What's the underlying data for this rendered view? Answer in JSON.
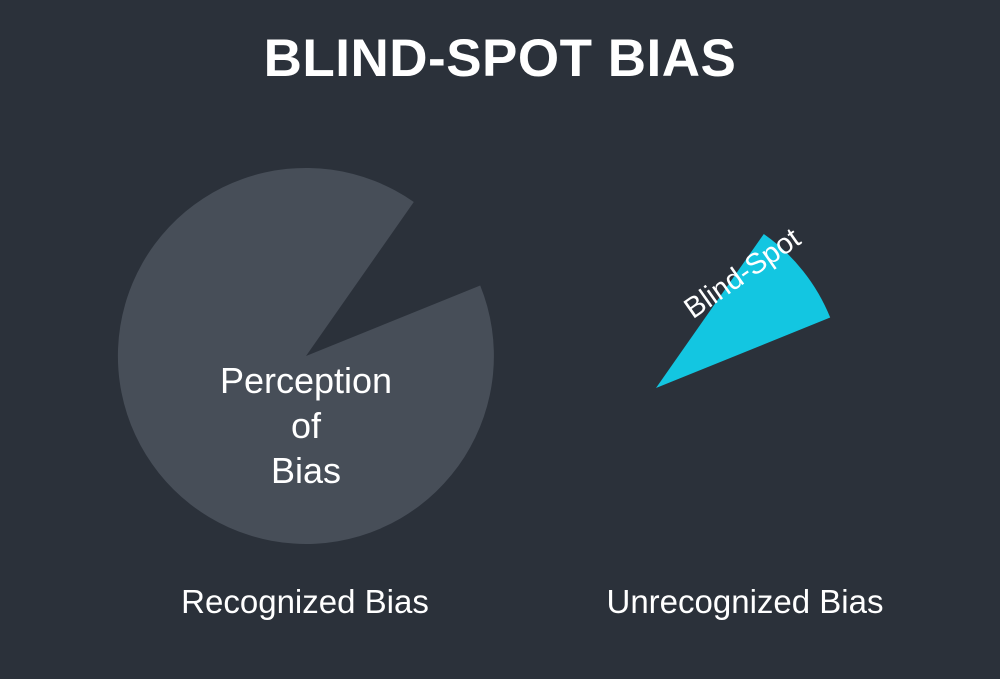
{
  "page": {
    "background_color": "#2b313a",
    "text_color": "#ffffff"
  },
  "header": {
    "title": "BLIND-SPOT BIAS"
  },
  "labels": {
    "pie_center_line1": "Perception",
    "pie_center_line2": "of",
    "pie_center_line3": "Bias",
    "wedge_label": "Blind-Spot",
    "category_left": "Recognized Bias",
    "category_right": "Unrecognized Bias"
  },
  "colors": {
    "background": "#2b313a",
    "pie_gray": "#474e58",
    "wedge_cyan": "#13c6e1",
    "label_white": "#ffffff"
  },
  "chart_data": {
    "type": "pie",
    "title": "BLIND-SPOT BIAS",
    "categories": [
      "Recognized Bias",
      "Unrecognized Bias"
    ],
    "slices": [
      {
        "label": "Perception of Bias",
        "category": "Recognized Bias",
        "value": 91,
        "angle_degrees": 327,
        "color": "#474e58",
        "exploded": false
      },
      {
        "label": "Blind-Spot",
        "category": "Unrecognized Bias",
        "value": 9,
        "angle_degrees": 33,
        "color": "#13c6e1",
        "exploded": true
      }
    ],
    "legend": "none",
    "grid": false,
    "annotations": [
      "Perception of Bias",
      "Blind-Spot",
      "Recognized Bias",
      "Unrecognized Bias"
    ]
  }
}
